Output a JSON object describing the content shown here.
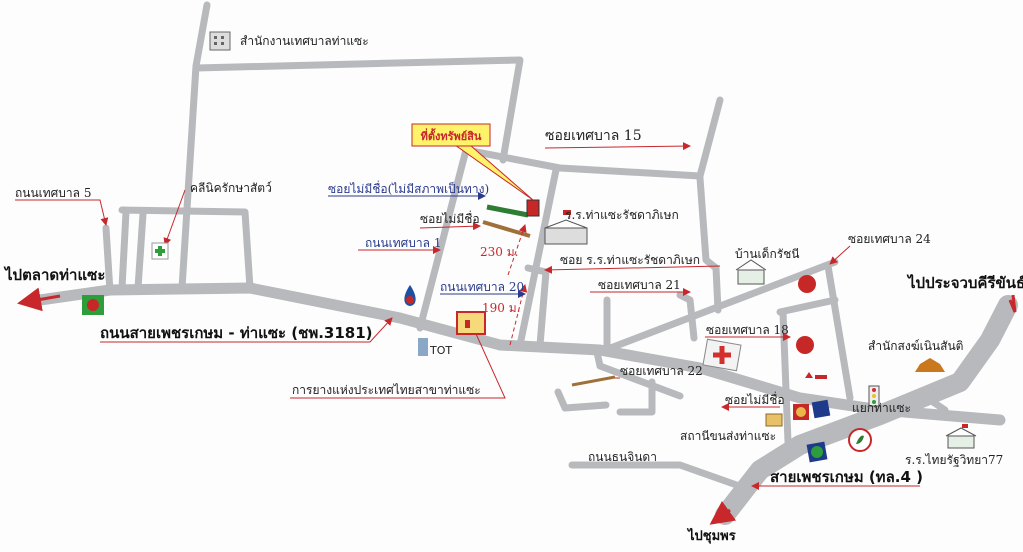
{
  "property_callout": "ที่ตั้งทรัพย์สิน",
  "labels": {
    "municipal_office": "สำนักงานเทศบาลท่าแซะ",
    "soi_15": "ซอยเทศบาล 15",
    "soi_unnamed_no_road": "ซอยไม่มีชื่อ(ไม่มีสภาพเป็นทาง)",
    "soi_unnamed": "ซอยไม่มีชื่อ",
    "school_ratchada": "ร.ร.ท่าแซะรัชดาภิเษก",
    "road_1": "ถนนเทศบาล 1",
    "soi_school": "ซอย ร.ร.ท่าแซะรัชดาภิเษก",
    "road_20": "ถนนเทศบาล 20",
    "soi_21": "ซอยเทศบาล 21",
    "road_5": "ถนนเทศบาล 5",
    "vet_clinic": "คลีนิครักษาสัตว์",
    "to_market": "ไปตลาดท่าแซะ",
    "main_road": "ถนนสายเพชรเกษม - ท่าแซะ (ชพ.3181)",
    "tot": "TOT",
    "rubber_authority": "การยางแห่งประเทศไทยสาขาท่าแซะ",
    "children_home": "บ้านเด็กรัชนี",
    "soi_24": "ซอยเทศบาล 24",
    "to_prachuap": "ไปประจวบคีรีขันธ์",
    "soi_18": "ซอยเทศบาล 18",
    "monastery": "สำนักสงฆ์เนินสันติ",
    "soi_22": "ซอยเทศบาล 22",
    "soi_unnamed_2": "ซอยไม่มีชื่อ",
    "junction": "แยกท่าแซะ",
    "bus_station": "สถานีขนส่งท่าแซะ",
    "school_thairat": "ร.ร.ไทยรัฐวิทยา77",
    "thanon_thonjinda": "ถนนธนจินดา",
    "highway_4": "สายเพชรเกษม (ทล.4 )",
    "to_chumphon": "ไปชุมพร"
  },
  "distances": {
    "upper": "230 ม.",
    "lower": "190 ม."
  },
  "colors": {
    "road": "#b7b9bc",
    "arrow_red": "#c8282c",
    "arrow_blue": "#2a3a8c",
    "property": "#c62828",
    "callout": "#fff36b"
  }
}
